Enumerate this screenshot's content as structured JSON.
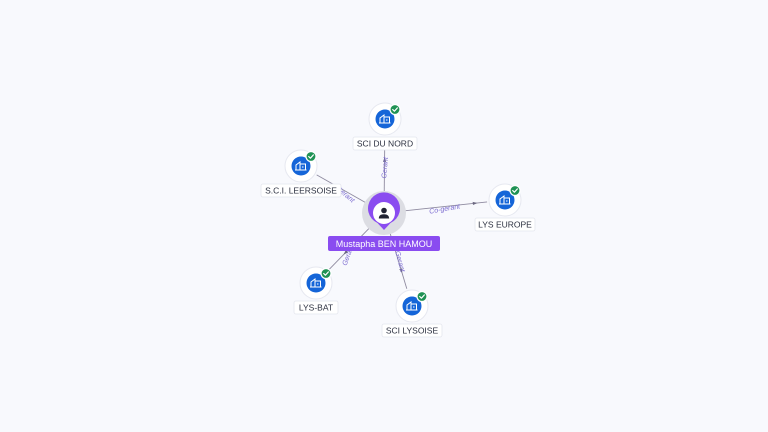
{
  "person": {
    "name": "Mustapha BEN HAMOU",
    "icon": "person-icon"
  },
  "companies": [
    {
      "id": "sci-du-nord",
      "name": "SCI DU NORD",
      "icon": "building-icon",
      "verified": true
    },
    {
      "id": "sci-leersoise",
      "name": "S.C.I. LEERSOISE",
      "icon": "building-icon",
      "verified": true
    },
    {
      "id": "lys-europe",
      "name": "LYS EUROPE",
      "icon": "building-icon",
      "verified": true
    },
    {
      "id": "lys-bat",
      "name": "LYS-BAT",
      "icon": "building-icon",
      "verified": true
    },
    {
      "id": "sci-lysoise",
      "name": "SCI LYSOISE",
      "icon": "building-icon",
      "verified": true
    }
  ],
  "relations": [
    {
      "to": "sci-du-nord",
      "label": "Gerant"
    },
    {
      "to": "sci-leersoise",
      "label": "Gerant"
    },
    {
      "to": "lys-europe",
      "label": "Co-gerant"
    },
    {
      "to": "lys-bat",
      "label": "Gerant"
    },
    {
      "to": "sci-lysoise",
      "label": "Gerant"
    }
  ],
  "colors": {
    "background": "#f8f9fd",
    "person_accent": "#8a4cf0",
    "company_icon": "#1565d8",
    "verified_badge": "#1f9254",
    "edge_label": "#7b6bd0"
  }
}
